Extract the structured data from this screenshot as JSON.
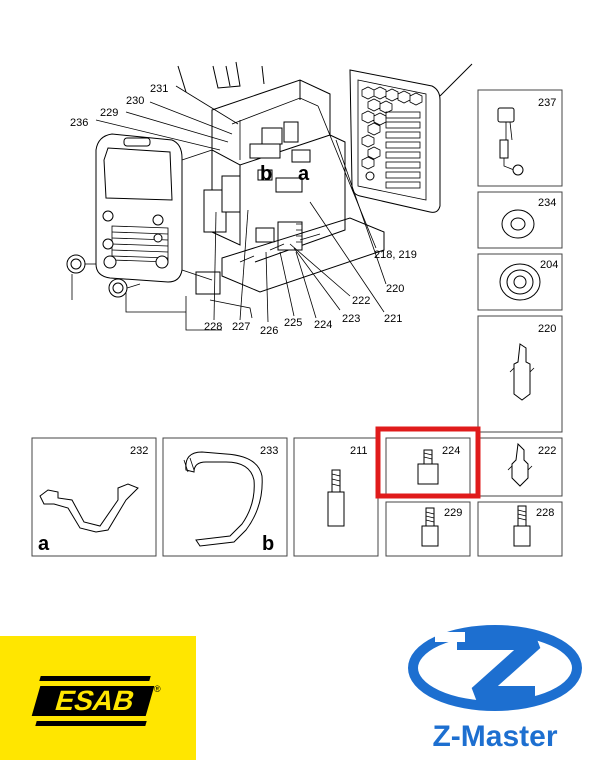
{
  "main_labels": {
    "l231": "231",
    "l230": "230",
    "l229": "229",
    "l236": "236",
    "la": "a",
    "lb": "b",
    "l218": "218, 219",
    "l220": "220",
    "l221": "221",
    "l222": "222",
    "l223": "223",
    "l224": "224",
    "l225": "225",
    "l226": "226",
    "l227": "227",
    "l228": "228"
  },
  "boxes": {
    "b237": "237",
    "b234": "234",
    "b204": "204",
    "b220": "220",
    "b232": "232",
    "b232a": "a",
    "b233": "233",
    "b233b": "b",
    "b211": "211",
    "b224": "224",
    "b222": "222",
    "b229": "229",
    "b228": "228"
  },
  "highlight_color": "#e01b1b",
  "logos": {
    "esab": "ESAB",
    "esab_reg": "®",
    "zmaster": "Z-Master",
    "zmaster_color": "#1d6fd0"
  }
}
